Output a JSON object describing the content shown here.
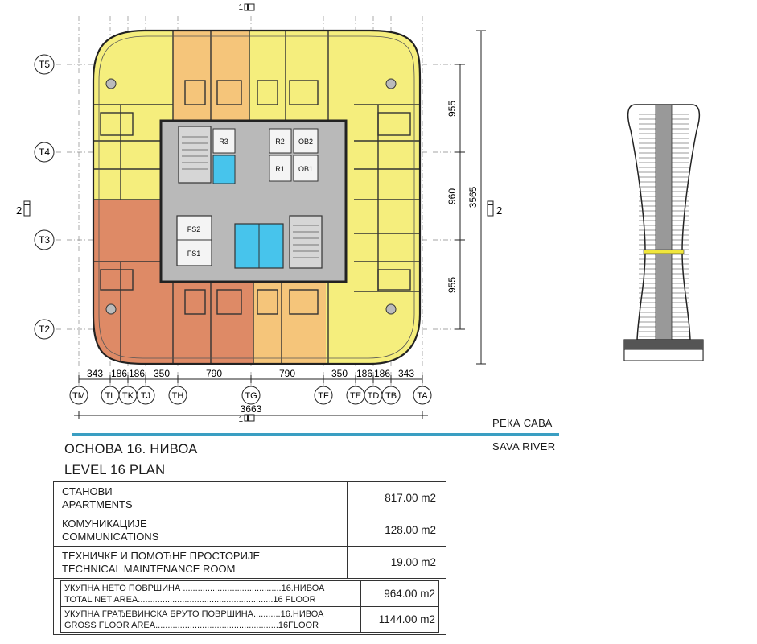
{
  "plan": {
    "section_mark_top": "1",
    "section_mark_bottom": "1",
    "section_mark_left": "2",
    "section_mark_right": "2",
    "gridlines_y": [
      "T5",
      "T4",
      "T3",
      "T2"
    ],
    "gridlines_x": [
      "TM",
      "TL",
      "TK",
      "TJ",
      "TH",
      "TG",
      "TF",
      "TE",
      "TD",
      "TB",
      "TA"
    ],
    "dims_x": [
      "343",
      "186",
      "186",
      "350",
      "790",
      "790",
      "350",
      "186",
      "186",
      "343"
    ],
    "dim_total_x": "3663",
    "dims_y": [
      "955",
      "960",
      "955"
    ],
    "dim_total_y": "3565",
    "rooms": [
      "R3",
      "R2",
      "OB2",
      "R1",
      "OB1",
      "FS2",
      "FS1"
    ],
    "colors": {
      "apartment_yellow": "#f5ee7d",
      "apartment_orange": "#f5c57a",
      "apartment_red": "#de8a66",
      "core_gray": "#b9b9b9",
      "elevator_blue": "#47c4ec"
    }
  },
  "river": {
    "name_cyr": "РЕКА САВА",
    "name_lat": "SAVA RIVER",
    "color": "#3a9ec2"
  },
  "title": {
    "cyr": "ОСНОВА 16. НИВОА",
    "lat": "LEVEL 16  PLAN"
  },
  "areas": [
    {
      "cyr": "СТАНОВИ",
      "lat": "APARTMENTS",
      "value": "817.00 m2"
    },
    {
      "cyr": "КОМУНИКАЦИЈЕ",
      "lat": "COMMUNICATIONS",
      "value": "128.00 m2"
    },
    {
      "cyr": "ТЕХНИЧКЕ И ПОМОЋНЕ ПРОСТОРИЈЕ",
      "lat": "TECHNICAL MAINTENANCE ROOM",
      "value": "19.00 m2"
    }
  ],
  "totals": [
    {
      "cyr": "УКУПНА НЕТО ПОВРШИНА ........................................16.НИВОА",
      "lat": "TOTAL NET AREA.......................................................16 FLOOR",
      "value": "964.00 m2"
    },
    {
      "cyr": "УКУПНА ГРАЂЕВИНСКА БРУТО ПОВРШИНА...........16.НИВОА",
      "lat": "GROSS FLOOR AREA..................................................16FLOOR",
      "value": "1144.00 m2"
    }
  ]
}
